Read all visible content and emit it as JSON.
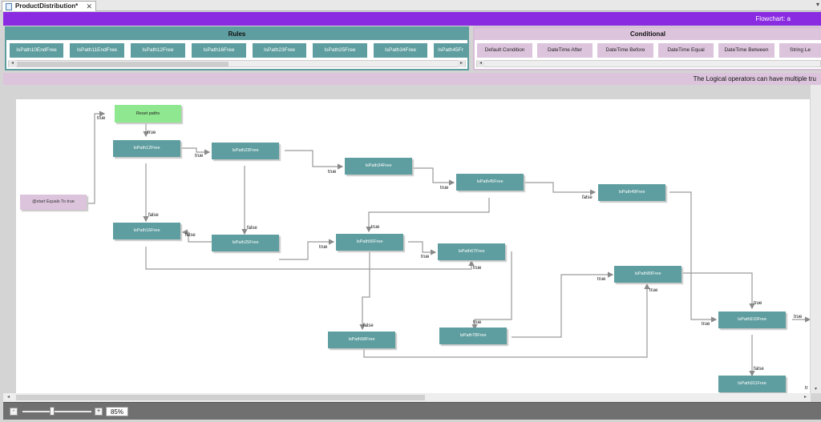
{
  "tab": {
    "title": "ProductDistribution*",
    "close": "✕",
    "menu": "▾"
  },
  "topbar": {
    "title": "Flowchart: a"
  },
  "rules": {
    "title": "Rules",
    "items": [
      "IsPath10EndFree",
      "IsPath11EndFree",
      "IsPath12Free",
      "IsPath16Free",
      "IsPath23Free",
      "IsPath25Free",
      "IsPath34Free",
      "IsPath45Fr"
    ]
  },
  "conditional": {
    "title": "Conditional",
    "items": [
      "Default Condition",
      "DateTime After",
      "DateTime Before",
      "DateTime Equal",
      "DateTime Between",
      "String Le"
    ]
  },
  "info": {
    "text": "The Logical operators can have multiple tru"
  },
  "nodes": {
    "start": "@start Equals To true",
    "reset": "Reset paths",
    "p12": "IsPath12Free",
    "p23": "IsPath23Free",
    "p34": "IsPath34Free",
    "p45": "IsPath45Free",
    "p49": "IsPath49Free",
    "p16": "IsPath16Free",
    "p25": "IsPath25Free",
    "p56": "IsPath56Free",
    "p67": "IsPath67Free",
    "p89": "IsPath89Free",
    "p910": "IsPath910Free",
    "p58": "IsPath58Free",
    "p78": "IsPath78Free",
    "p911": "IsPath911Free"
  },
  "edge_labels": {
    "t": "true",
    "f": "false",
    "tr": "tr"
  },
  "zoom": {
    "minus": "-",
    "plus": "+",
    "value": "85%"
  },
  "scroll": {
    "left": "◂",
    "right": "▸",
    "up": "▴",
    "down": "▾"
  }
}
